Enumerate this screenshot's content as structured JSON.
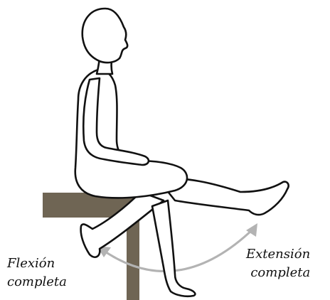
{
  "labels": {
    "flexion_line1": "Flexión",
    "flexion_line2": "completa",
    "extension_line1": "Extensión",
    "extension_line2": "completa"
  },
  "colors": {
    "table": "#6f6554",
    "outline": "#111111",
    "arrow": "#b3b3b3"
  },
  "icons": {
    "figure": "seated-person-knee-flexion-extension",
    "arrow": "double-headed-curved-arrow"
  }
}
